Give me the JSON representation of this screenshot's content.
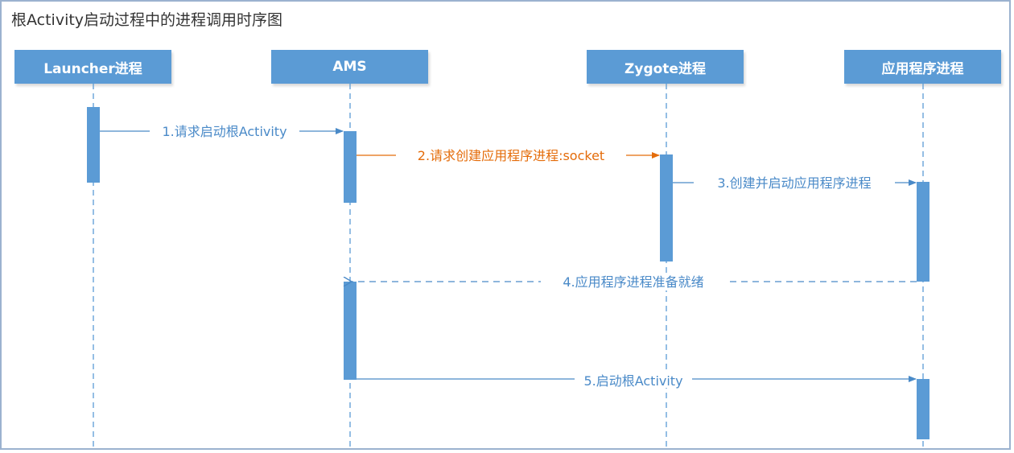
{
  "title": "根Activity启动过程中的进程调用时序图",
  "colors": {
    "lifeline": "#5b9bd5",
    "header_bg": "#5b9bd5",
    "header_text": "#ffffff",
    "message": "#4a8ac8",
    "highlight": "#e46c0a",
    "frame": "#9bb2cf"
  },
  "participants": [
    {
      "id": "launcher",
      "label": "Launcher进程"
    },
    {
      "id": "ams",
      "label": "AMS"
    },
    {
      "id": "zygote",
      "label": "Zygote进程"
    },
    {
      "id": "app",
      "label": "应用程序进程"
    }
  ],
  "messages": [
    {
      "label": "1.请求启动根Activity",
      "from": "launcher",
      "to": "ams",
      "style": "solid",
      "color": "#4a8ac8"
    },
    {
      "label": "2.请求创建应用程序进程:socket",
      "from": "ams",
      "to": "zygote",
      "style": "solid",
      "color": "#e46c0a"
    },
    {
      "label": "3.创建并启动应用程序进程",
      "from": "zygote",
      "to": "app",
      "style": "solid",
      "color": "#4a8ac8"
    },
    {
      "label": "4.应用程序进程准备就绪",
      "from": "app",
      "to": "ams",
      "style": "dashed",
      "color": "#4a8ac8"
    },
    {
      "label": "5.启动根Activity",
      "from": "ams",
      "to": "app",
      "style": "solid",
      "color": "#4a8ac8"
    }
  ]
}
